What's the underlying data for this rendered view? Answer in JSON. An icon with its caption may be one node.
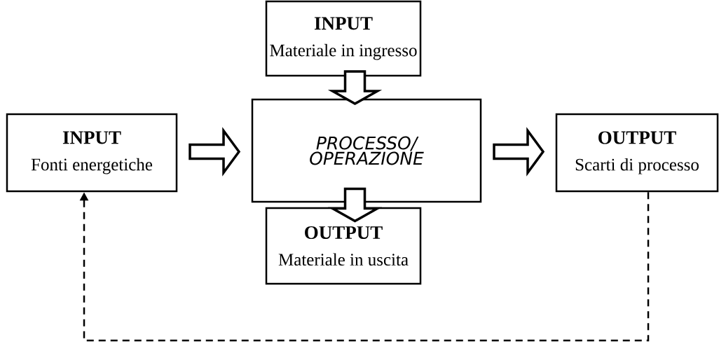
{
  "diagram": {
    "nodes": [
      {
        "text": [
          "INPUT",
          "Materiale in ingresso"
        ]
      },
      {
        "text": [
          "INPUT",
          "Fonti energetiche"
        ]
      },
      {
        "text": [
          "PROCESSO/ OPERAZIONE"
        ]
      },
      {
        "text": [
          "OUTPUT",
          "Materiale in uscita"
        ]
      },
      {
        "text": [
          "OUTPUT",
          "Scarti di processo"
        ]
      }
    ],
    "edges": [
      {
        "from": 0,
        "to": 2,
        "arrow": "to"
      },
      {
        "from": 1,
        "to": 2,
        "arrow": "to"
      },
      {
        "from": 2,
        "to": 4,
        "arrow": "to"
      },
      {
        "from": 2,
        "to": 3,
        "arrow": "to"
      },
      {
        "from": 4,
        "to": 1,
        "arrow": "to",
        "style": "dashed"
      }
    ]
  }
}
